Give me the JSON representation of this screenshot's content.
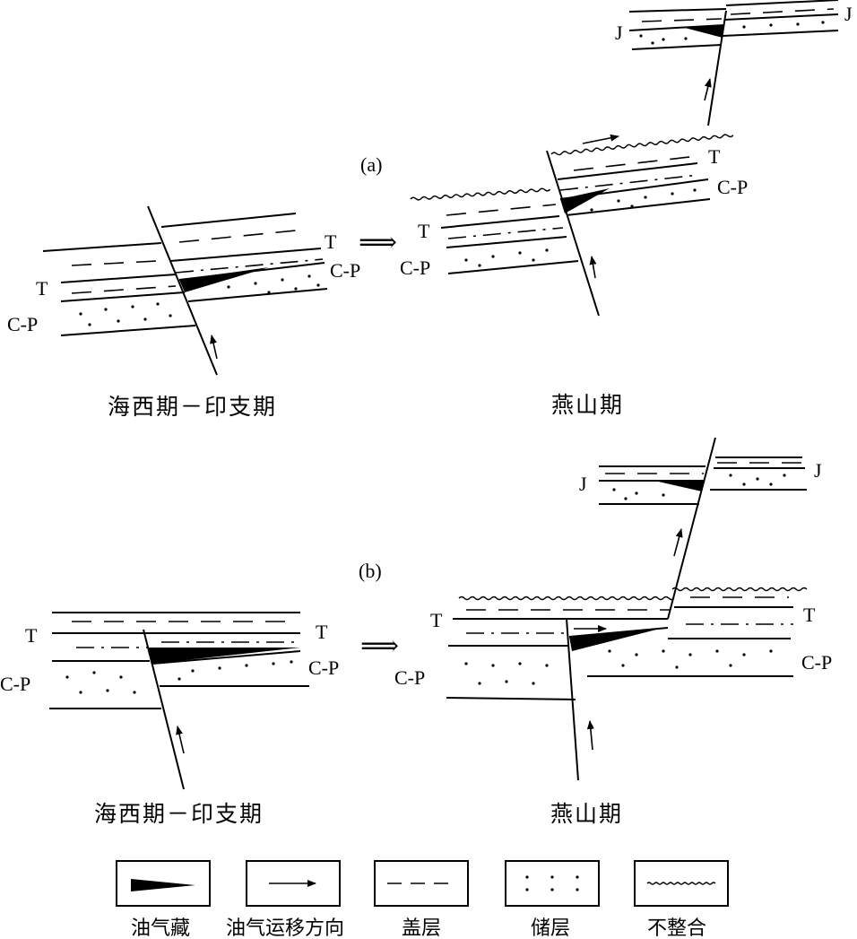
{
  "panel_a": {
    "label": "(a)",
    "left": {
      "caption": "海西期－印支期",
      "labels": {
        "t_left": "T",
        "cp_left": "C-P",
        "t_right": "T",
        "cp_right": "C-P"
      }
    },
    "right": {
      "caption": "燕山期",
      "labels": {
        "t_left": "T",
        "cp_left": "C-P",
        "t_right": "T",
        "cp_right": "C-P",
        "j_left": "J",
        "j_right": "J"
      }
    }
  },
  "panel_b": {
    "label": "(b)",
    "left": {
      "caption": "海西期－印支期",
      "labels": {
        "t_left": "T",
        "cp_left": "C-P",
        "t_right": "T",
        "cp_right": "C-P"
      }
    },
    "right": {
      "caption": "燕山期",
      "labels": {
        "t_left": "T",
        "cp_left": "C-P",
        "t_right": "T",
        "cp_right": "C-P",
        "j_left": "J",
        "j_right": "J"
      }
    }
  },
  "transition_arrow": "⟹",
  "legend": [
    {
      "icon": "oil-gas-reservoir-icon",
      "label": "油气藏"
    },
    {
      "icon": "migration-arrow-icon",
      "label": "油气运移方向"
    },
    {
      "icon": "caprock-dash-icon",
      "label": "盖层"
    },
    {
      "icon": "reservoir-dots-icon",
      "label": "储层"
    },
    {
      "icon": "unconformity-wavy-icon",
      "label": "不整合"
    }
  ]
}
